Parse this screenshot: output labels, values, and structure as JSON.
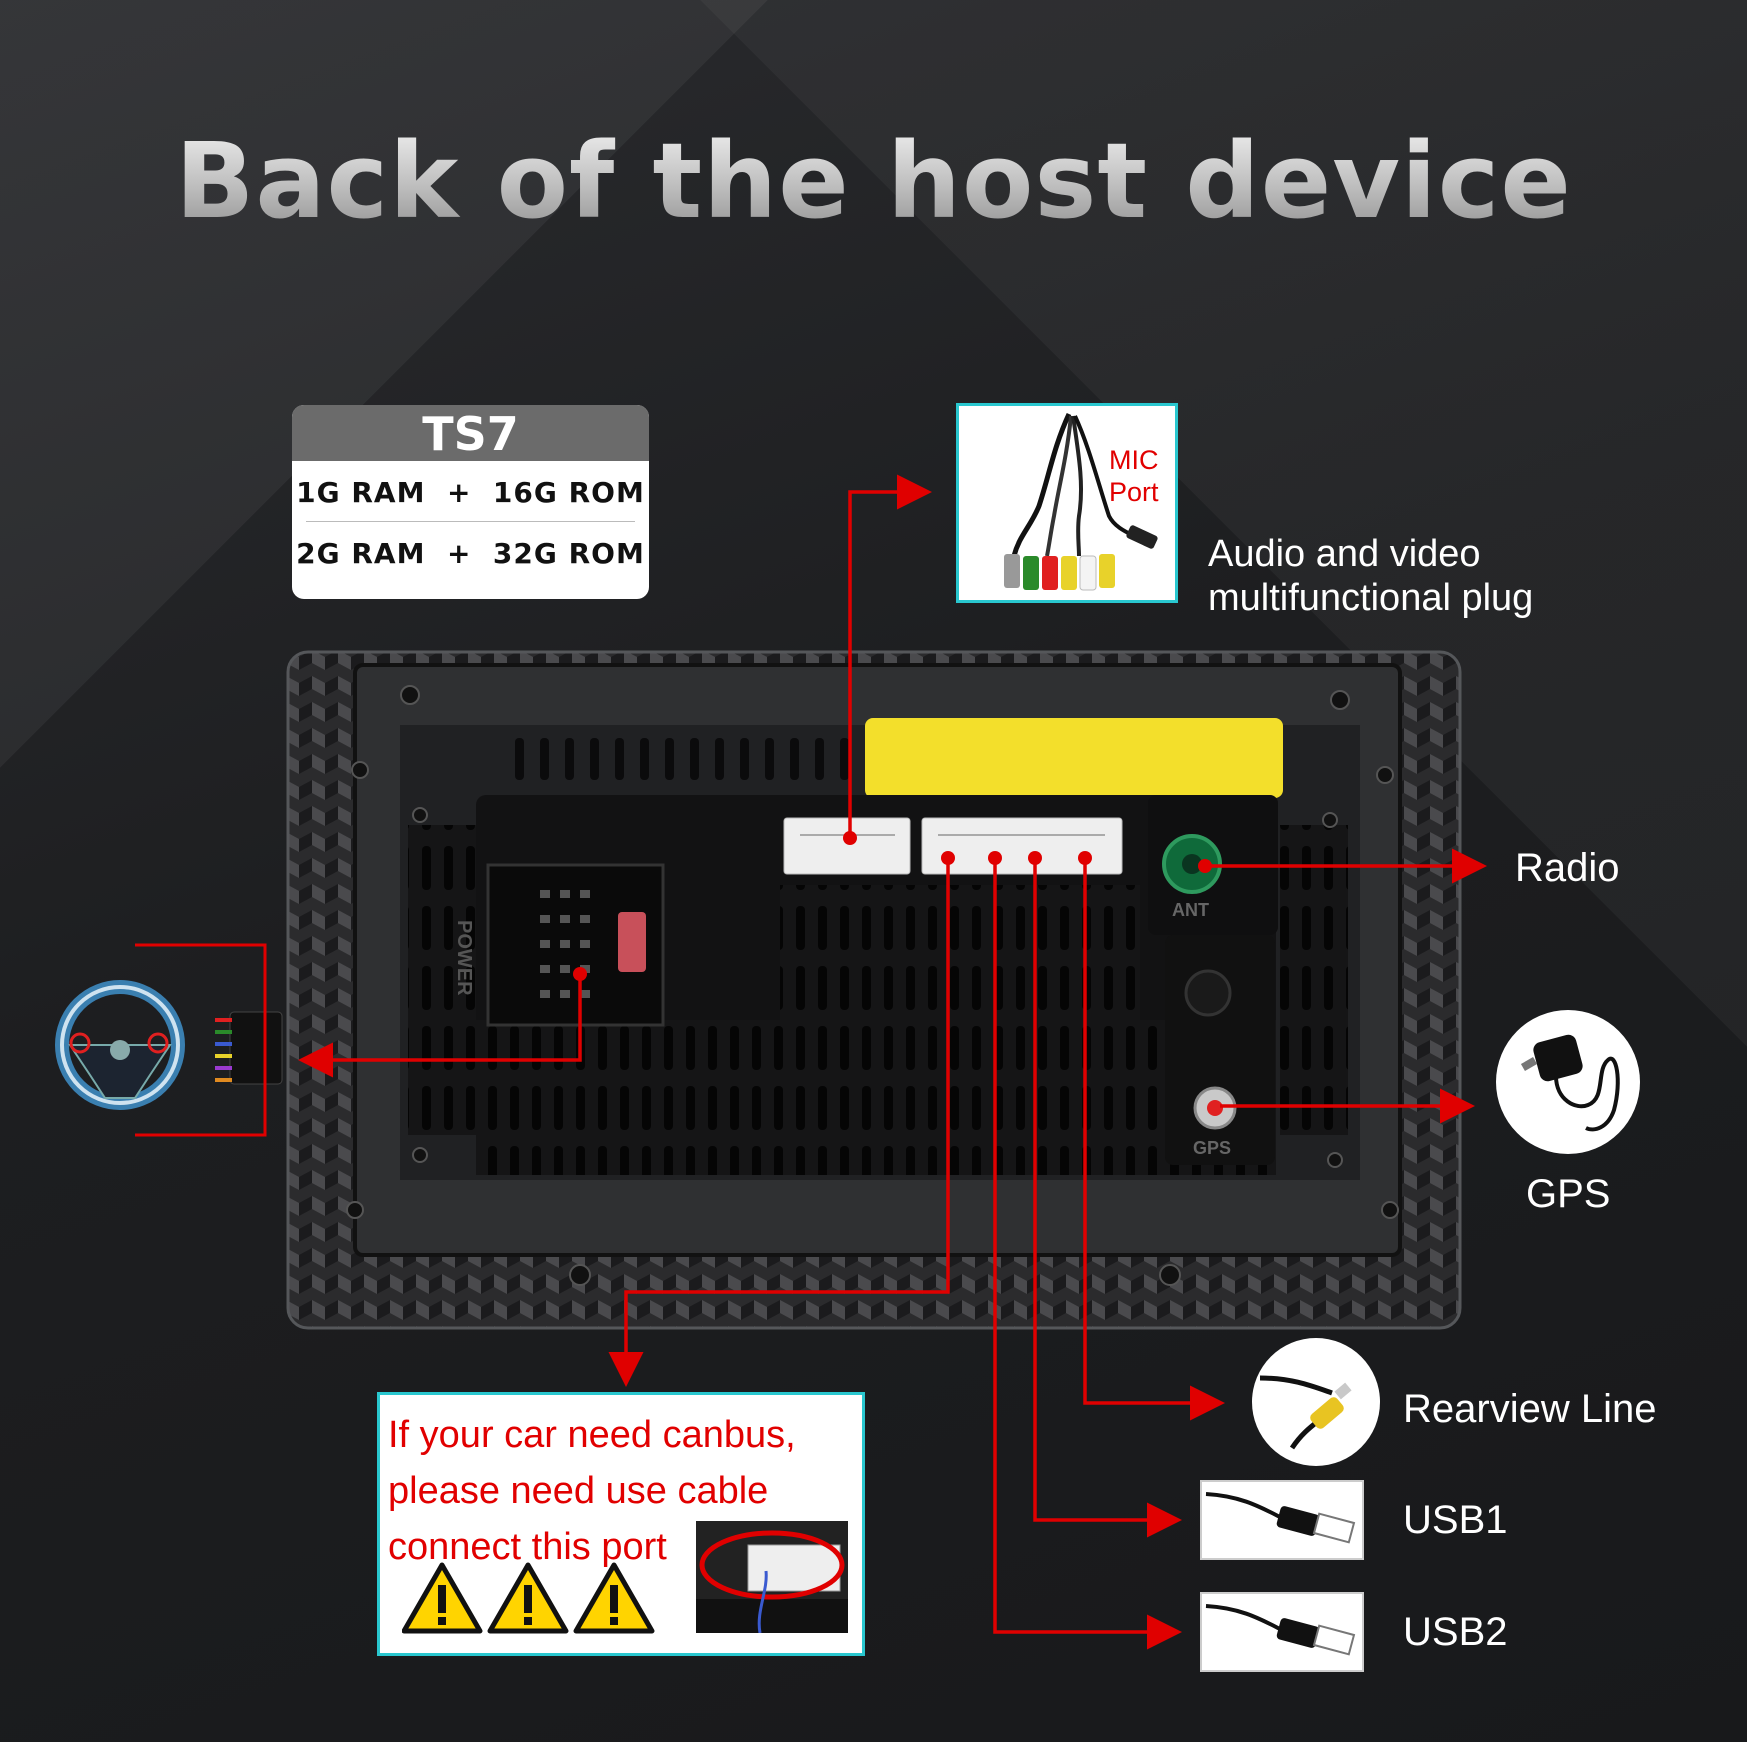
{
  "title": "Back of the host device",
  "model": {
    "name": "TS7",
    "options": [
      "1G RAM  +  16G ROM",
      "2G RAM  +  32G ROM"
    ]
  },
  "callouts": {
    "mic_port": "MIC\nPort",
    "av_plug": "Audio and video\nmultifunctional plug",
    "radio": "Radio",
    "gps": "GPS",
    "rearview": "Rearview Line",
    "usb1": "USB1",
    "usb2": "USB2"
  },
  "unit_labels": {
    "power": "POWER",
    "ant": "ANT",
    "gps_port": "GPS"
  },
  "canbus_note": "If your car need canbus,\nplease need use cable\nconnect this port",
  "colors": {
    "arrow": "#e00000",
    "frame_border": "#29c7cf",
    "warning": "#ffd400",
    "sticker": "#f3df2b"
  },
  "icons": [
    "steering-wheel-icon",
    "wire-harness-icon",
    "gps-antenna-icon",
    "rca-cable-icon",
    "usb-cable-icon",
    "warning-triangle-icon",
    "av-cable-icon"
  ]
}
